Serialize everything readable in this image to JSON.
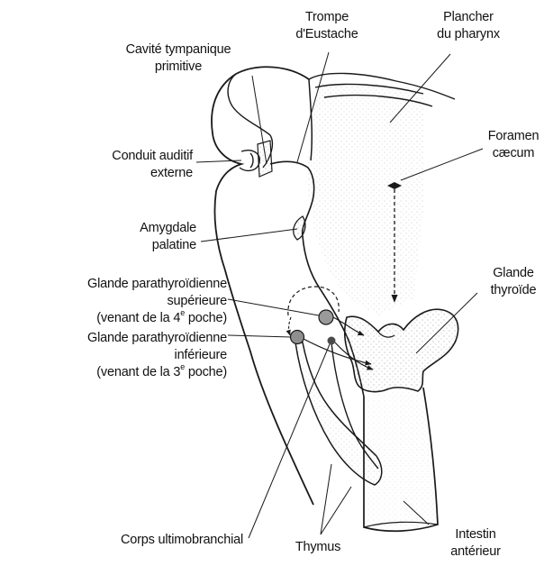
{
  "labels": {
    "trompe": [
      "Trompe",
      "d'Eustache"
    ],
    "plancher": [
      "Plancher",
      "du pharynx"
    ],
    "cavite": [
      "Cavité tympanique",
      "primitive"
    ],
    "foramen": [
      "Foramen",
      "cæcum"
    ],
    "conduit": [
      "Conduit auditif",
      "externe"
    ],
    "amygdale": [
      "Amygdale",
      "palatine"
    ],
    "thyroide": [
      "Glande",
      "thyroïde"
    ],
    "para_sup": [
      "Glande parathyroïdienne",
      "supérieure",
      "(venant de la 4",
      "e",
      " poche)"
    ],
    "para_inf": [
      "Glande parathyroïdienne",
      "inférieure",
      "(venant de la 3",
      "e",
      " poche)"
    ],
    "ultimo": "Corps ultimobranchial",
    "thymus": "Thymus",
    "intestin": [
      "Intestin",
      "antérieur"
    ]
  },
  "colors": {
    "ink": "#1a1a1a",
    "shade": "#9a9a9a"
  }
}
